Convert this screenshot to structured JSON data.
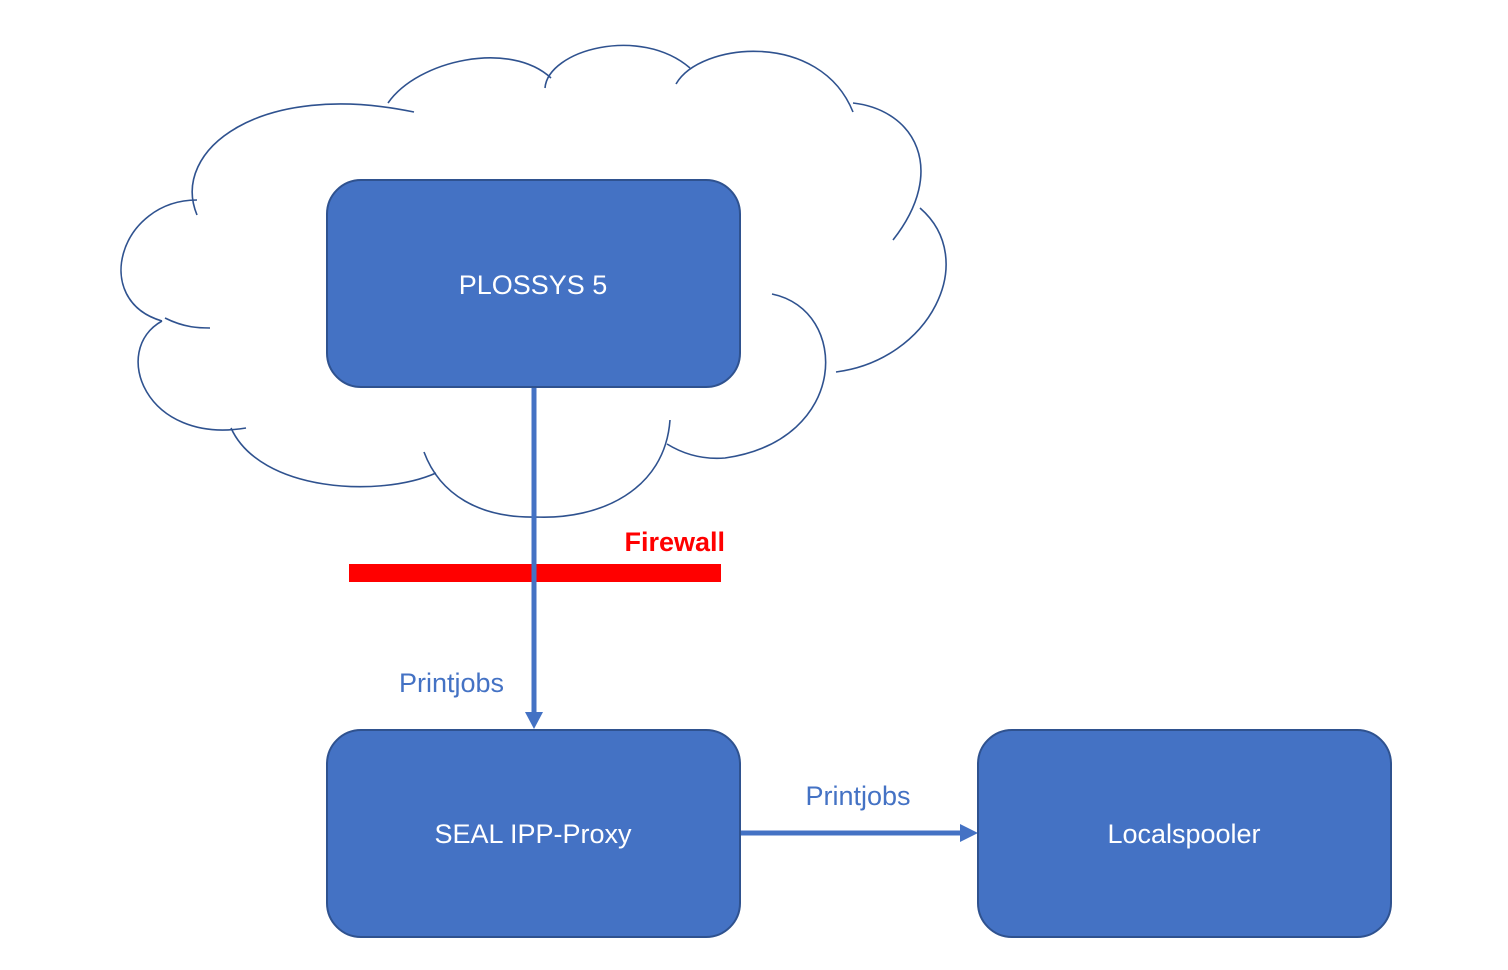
{
  "colors": {
    "node_fill": "#4472C4",
    "node_stroke": "#2F528F",
    "node_text": "#FFFFFF",
    "arrow": "#4472C4",
    "edge_text": "#4472C4",
    "cloud_stroke": "#2F528F",
    "firewall": "#FF0000",
    "background": "#FFFFFF"
  },
  "nodes": [
    {
      "id": "plossys",
      "label": "PLOSSYS 5"
    },
    {
      "id": "proxy",
      "label": "SEAL IPP-Proxy"
    },
    {
      "id": "spooler",
      "label": "Localspooler"
    }
  ],
  "edges": [
    {
      "from": "plossys",
      "to": "proxy",
      "label": "Printjobs"
    },
    {
      "from": "proxy",
      "to": "spooler",
      "label": "Printjobs"
    }
  ],
  "firewall": {
    "label": "Firewall"
  },
  "cloud": {
    "icon": "cloud-icon"
  }
}
